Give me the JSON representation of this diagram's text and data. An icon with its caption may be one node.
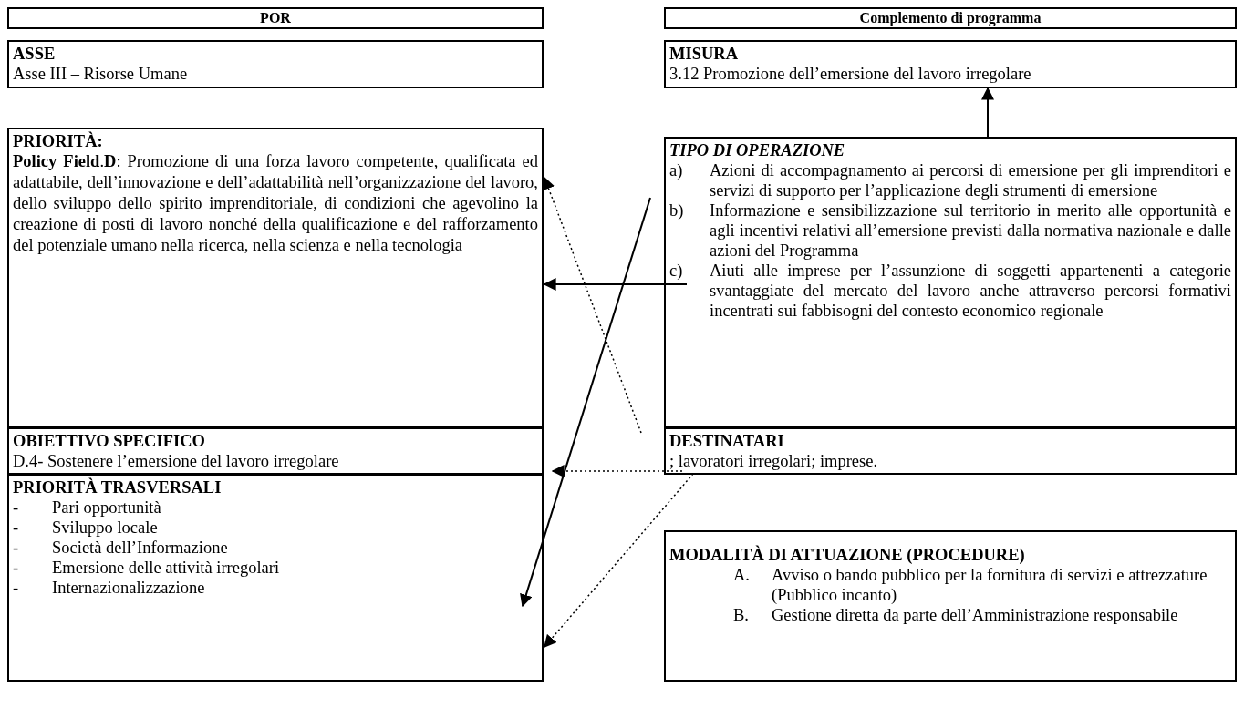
{
  "diagram": {
    "nodes": [
      {
        "text": [
          "POR"
        ]
      },
      {
        "text": [
          "Complemento di programma"
        ]
      },
      {
        "text": [
          "ASSE",
          "Asse III – Risorse Umane"
        ]
      },
      {
        "text": [
          "MISURA",
          "3.12 Promozione dell’emersione del lavoro irregolare"
        ]
      },
      {
        "text": [
          "**PRIORITÀ**:",
          "**Policy Field**.**D**: Promozione di una forza lavoro competente, qualificata ed adattabile, dell’innovazione e dell’adattabilità nell’organizzazione del lavoro, dello sviluppo dello spirito imprenditoriale, di condizioni che agevolino la creazione di posti di lavoro nonché della qualificazione e del rafforzamento del potenziale umano nella ricerca, nella scienza e nella tecnologia"
        ]
      },
      {
        "text": [
          "TIPO DI OPERAZIONE",
          "a)",
          "Azioni di accompagnamento ai percorsi di emersione per gli imprenditori e servizi di supporto per l’applicazione degli strumenti di emersione",
          "b)",
          "Informazione e sensibilizzazione sul territorio in merito alle opportunità e agli incentivi relativi all’emersione previsti dalla normativa nazionale e dalle azioni del Programma",
          "c)",
          "Aiuti alle imprese per l’assunzione di soggetti appartenenti a categorie svantaggiate del mercato del lavoro anche attraverso percorsi formativi incentrati sui fabbisogni del contesto economico regionale"
        ]
      },
      {
        "text": [
          "OBIETTIVO SPECIFICO",
          "D.4- Sostenere l’emersione del lavoro irregolare"
        ]
      },
      {
        "text": [
          "DESTINATARI",
          "; lavoratori irregolari; imprese."
        ]
      },
      {
        "text": [
          "PRIORITÀ TRASVERSALI",
          "-",
          "Pari opportunità",
          "-",
          "Sviluppo locale",
          "-",
          "Società dell’Informazione",
          "-",
          "Emersione delle attività irregolari",
          "-",
          "Internazionalizzazione"
        ]
      },
      {
        "text": [
          "MODALITÀ DI ATTUAZIONE (PROCEDURE)",
          "A.",
          "Avviso o bando pubblico per la fornitura di servizi e attrezzature (Pubblico incanto)",
          "B.",
          "Gestione diretta da parte dell’Amministrazione responsabile"
        ]
      }
    ],
    "edges": [
      {
        "from": 5,
        "to": 3,
        "arrow": "to"
      },
      {
        "from": 5,
        "to": 8,
        "arrow": "to"
      },
      {
        "from": 7,
        "to": 4,
        "arrow": "to",
        "style": "dashed"
      },
      {
        "from": 5,
        "to": 4,
        "arrow": "to"
      },
      {
        "from": 7,
        "to": 6,
        "arrow": "to",
        "style": "dashed"
      },
      {
        "from": 7,
        "to": 8,
        "arrow": "to",
        "style": "dashed"
      }
    ]
  }
}
